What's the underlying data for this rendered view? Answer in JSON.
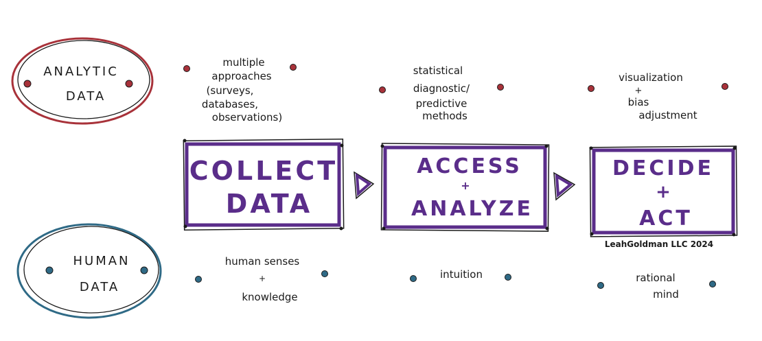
{
  "colors": {
    "analytic": "#a8323a",
    "human": "#2f6a86",
    "box": "#5a2d8a",
    "ink": "#1a1a1a"
  },
  "analytic": {
    "line1": "ANALYTIC",
    "line2": "DATA"
  },
  "human": {
    "line1": "HUMAN",
    "line2": "DATA"
  },
  "boxes": {
    "collect": {
      "line1": "COLLECT",
      "line2": "DATA"
    },
    "analyze": {
      "line1": "ACCESS",
      "line2": "+",
      "line3": "ANALYZE"
    },
    "decide": {
      "line1": "DECIDE",
      "line2": "+",
      "line3": "ACT"
    }
  },
  "top_notes": {
    "collect": [
      "multiple",
      "approaches",
      "(surveys,",
      "databases,",
      "observations)"
    ],
    "analyze": [
      "statistical",
      "diagnostic/",
      "predictive",
      "methods"
    ],
    "decide": [
      "visualization",
      "+",
      "bias",
      "adjustment"
    ]
  },
  "bottom_notes": {
    "collect": [
      "human senses",
      "+",
      "knowledge"
    ],
    "analyze": [
      "intuition"
    ],
    "decide": [
      "rational",
      "mind"
    ]
  },
  "credit": "LeahGoldman LLC 2024"
}
